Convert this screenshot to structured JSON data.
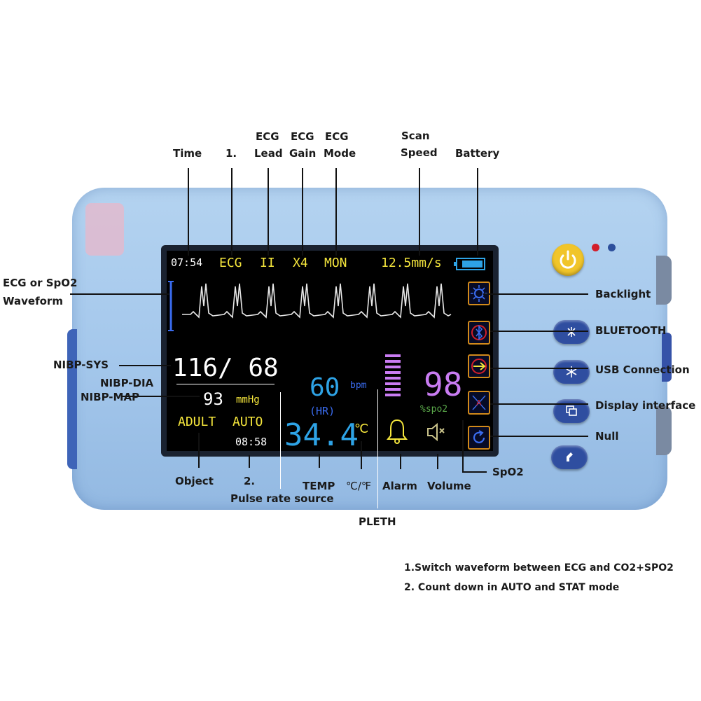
{
  "labels": {
    "time": "Time",
    "switch_marker": "1.",
    "ecg_lead": [
      "ECG",
      "Lead"
    ],
    "ecg_gain": [
      "ECG",
      "Gain"
    ],
    "ecg_mode": [
      "ECG",
      "Mode"
    ],
    "scan_speed": [
      "Scan",
      "Speed"
    ],
    "battery": "Battery",
    "waveform": [
      "ECG or SpO2",
      "Waveform"
    ],
    "backlight": "Backlight",
    "bluetooth": "BLUETOOTH",
    "usb": "USB Connection",
    "display_interface": "Display interface",
    "null": "Null",
    "nibp_sys": "NIBP-SYS",
    "nibp_dia": "NIBP-DIA",
    "nibp_map": "NIBP-MAP",
    "object": "Object",
    "countdown_marker": "2.",
    "pulse_rate_source": "Pulse rate source",
    "temp": "TEMP",
    "temp_unit": "℃/℉",
    "alarm": "Alarm",
    "volume": "Volume",
    "spo2": "SpO2",
    "pleth": "PLETH"
  },
  "notes": [
    "1.Switch waveform between ECG and CO2+SPO2",
    "2. Count down in AUTO and STAT mode"
  ],
  "screen": {
    "time": "07:54",
    "mode": "ECG",
    "lead": "II",
    "gain": "X4",
    "ecg_mode": "MON",
    "speed": "12.5mm/s",
    "nibp": "116/ 68",
    "map": "93",
    "mmhg": "mmHg",
    "object": "ADULT",
    "auto": "AUTO",
    "countdown": "08:58",
    "hr": "60",
    "bpm": "bpm",
    "hr_source": "(HR)",
    "temp": "34.4",
    "temp_unit": "℃",
    "spo2": "98",
    "spo2_label": "%spo2"
  },
  "icons": [
    "backlight-icon",
    "bluetooth-icon",
    "usb-icon",
    "display-icon",
    "refresh-icon",
    "alarm-bell-icon",
    "speaker-muted-icon",
    "battery-icon",
    "power-icon"
  ],
  "colors": {
    "device": "#a5c8ec",
    "screen_bg": "#000000",
    "ecg_header": "#f5e63c",
    "nibp": "#ffffff",
    "hr": "#2ea3e6",
    "spo2": "#c97cf2",
    "temp": "#2ea3e6",
    "adult": "#f5e63c",
    "icon_border": "#d28a1a",
    "power": "#f1c52a",
    "hw_button": "#2f4ea0"
  }
}
